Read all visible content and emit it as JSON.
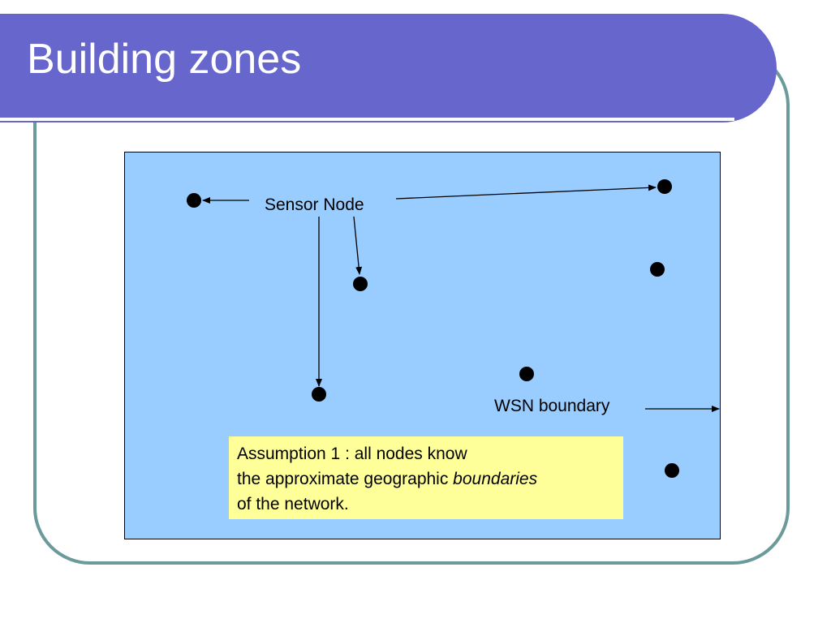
{
  "slide": {
    "title": "Building zones"
  },
  "diagram": {
    "sensor_node_label": "Sensor Node",
    "wsn_boundary_label": "WSN boundary",
    "assumption": {
      "line1": "Assumption 1 : all nodes know",
      "line2_prefix": "the approximate geographic ",
      "line2_emphasis": "boundaries",
      "line3": "of the network."
    },
    "colors": {
      "field": "#99ccff",
      "note": "#ffff99",
      "title_band": "#6666cc",
      "frame": "#6a9a9a",
      "node": "#000000"
    }
  }
}
